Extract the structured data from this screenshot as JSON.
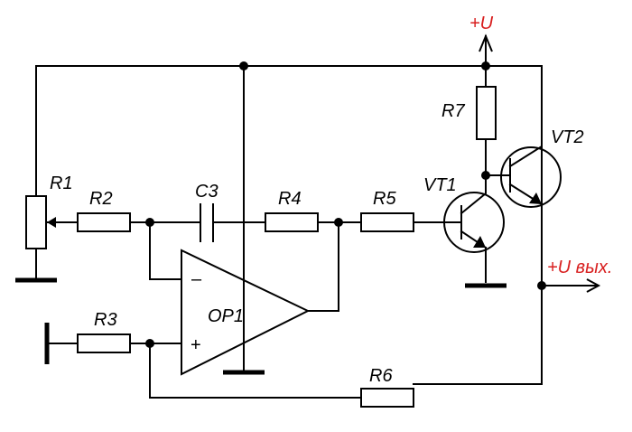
{
  "labels": {
    "r1": "R1",
    "r2": "R2",
    "c3": "C3",
    "r4": "R4",
    "r5": "R5",
    "r3": "R3",
    "r6": "R6",
    "r7": "R7",
    "vt1": "VT1",
    "vt2": "VT2",
    "op1": "OP1",
    "minus": "–",
    "plus": "+",
    "supply": "+U",
    "output": "+U вых."
  },
  "colors": {
    "line": "#000000",
    "accent": "#d81e1e",
    "background": "#ffffff"
  }
}
